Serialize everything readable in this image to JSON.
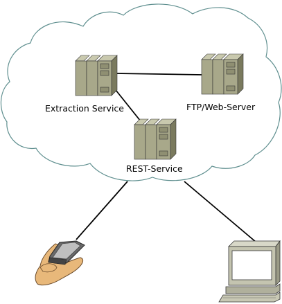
{
  "diagram": {
    "nodes": {
      "extraction": {
        "label": "Extraction Service",
        "icon": "server-rack-icon"
      },
      "ftp": {
        "label": "FTP/Web-Server",
        "icon": "server-rack-icon"
      },
      "rest": {
        "label": "REST-Service",
        "icon": "server-rack-icon"
      },
      "pda": {
        "label": "",
        "icon": "handheld-pda-icon"
      },
      "pc": {
        "label": "",
        "icon": "desktop-computer-icon"
      }
    },
    "connections": [
      {
        "from": "extraction",
        "to": "ftp"
      },
      {
        "from": "extraction",
        "to": "rest"
      },
      {
        "from": "rest",
        "to": "pda"
      },
      {
        "from": "rest",
        "to": "pc"
      }
    ],
    "colors": {
      "cloud_stroke": "#5f8f8f",
      "cloud_fill": "#ffffff",
      "server_fill": "#a8a88a",
      "server_dark": "#7a7a5e",
      "hand_fill": "#e8b87a"
    }
  }
}
